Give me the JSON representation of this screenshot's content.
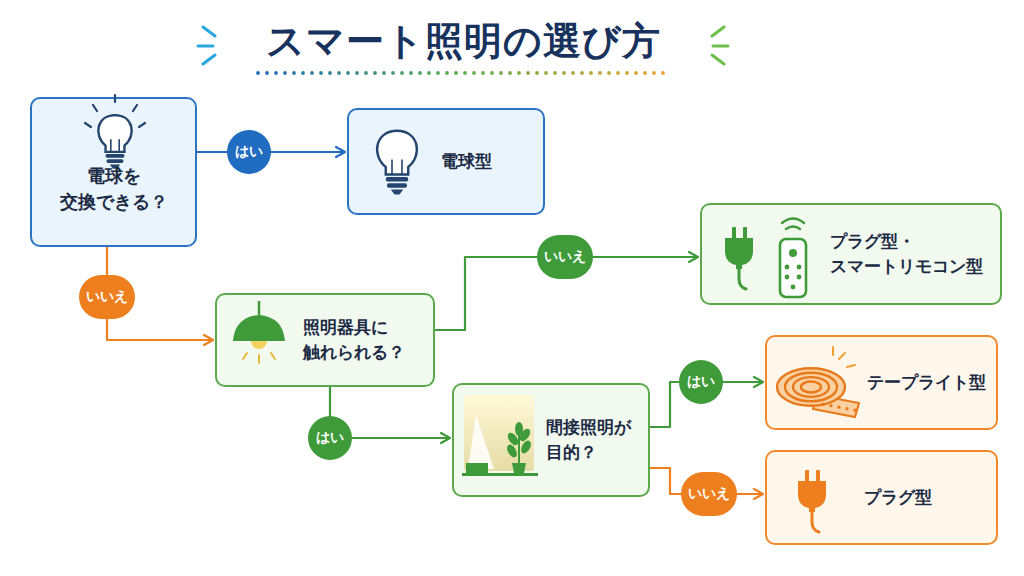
{
  "diagram": {
    "title": "スマート照明の選び方",
    "nodes": [
      {
        "text": [
          "電球を 交換できる？"
        ]
      },
      {
        "text": [
          "電球型"
        ]
      },
      {
        "text": [
          "照明器具に 触れられる？"
        ]
      },
      {
        "text": [
          "プラグ型・ スマートリモコン型"
        ]
      },
      {
        "text": [
          "間接照明が 目的？"
        ]
      },
      {
        "text": [
          "テープライト型"
        ]
      },
      {
        "text": [
          "プラグ型"
        ]
      }
    ],
    "edges": [
      {
        "from": 0,
        "to": 1,
        "arrow": "to",
        "label": "はい"
      },
      {
        "from": 0,
        "to": 2,
        "arrow": "to",
        "label": "いいえ"
      },
      {
        "from": 2,
        "to": 3,
        "arrow": "to",
        "label": "いいえ"
      },
      {
        "from": 2,
        "to": 4,
        "arrow": "to",
        "label": "はい"
      },
      {
        "from": 4,
        "to": 5,
        "arrow": "to",
        "label": "はい"
      },
      {
        "from": 4,
        "to": 6,
        "arrow": "to",
        "label": "いいえ"
      }
    ]
  }
}
